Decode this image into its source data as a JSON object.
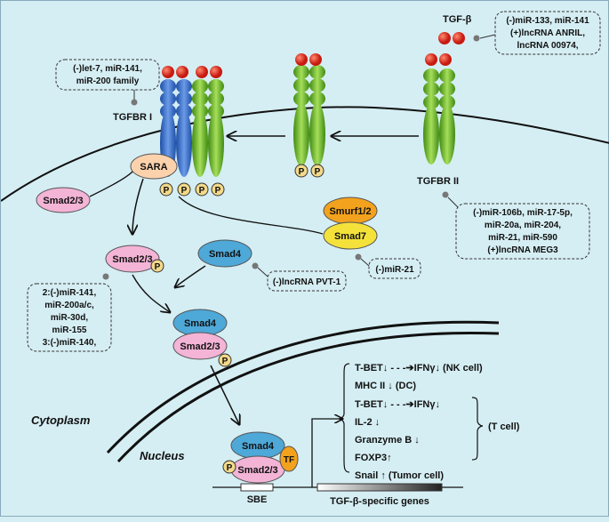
{
  "ligand": {
    "label": "TGF-β"
  },
  "mir_boxes": {
    "tgfbr1": [
      "(-)let-7, miR-141,",
      "miR-200 family"
    ],
    "ligand": [
      "(-)miR-133, miR-141",
      "(+)lncRNA ANRIL,",
      "lncRNA 00974,"
    ],
    "tgfbr2": [
      "(-)miR-106b, miR-17-5p,",
      "miR-20a, miR-204,",
      "miR-21, miR-590",
      "(+)lncRNA MEG3"
    ],
    "smad7": [
      "(-)miR-21"
    ],
    "smad4": [
      "(-)lncRNA PVT-1"
    ],
    "smad23": [
      "2:(-)miR-141,",
      "miR-200a/c,",
      "miR-30d,",
      "miR-155",
      "3:(-)miR-140,"
    ]
  },
  "labels": {
    "tgfbr1": "TGFBR I",
    "tgfbr2": "TGFBR II",
    "sara": "SARA",
    "smad23": "Smad2/3",
    "smurf": "Smurf1/2",
    "smad7": "Smad7",
    "smad4": "Smad4",
    "p": "P",
    "tf": "TF",
    "sbe": "SBE",
    "genes": "TGF-β-specific genes",
    "cytoplasm": "Cytoplasm",
    "nucleus": "Nucleus"
  },
  "effects": [
    "T-BET↓ - - -➔IFNγ↓    (NK cell)",
    "MHC II ↓ (DC)",
    "T-BET↓ - - -➔IFNγ↓",
    "IL-2 ↓",
    "Granzyme B ↓",
    "FOXP3↑",
    "Snail ↑  (Tumor cell)"
  ],
  "t_cell": "(T cell)",
  "colors": {
    "background": "#d5eef3",
    "receptor_blue": "#3a6fc4",
    "receptor_green": "#6fb82a",
    "ligand_red": "#e0241b",
    "smad_pink": "#f3b4d6",
    "smad4_blue": "#4ea8d8",
    "smurf_orange": "#f3a21d",
    "smad7_yellow": "#f4e23a",
    "phospho": "#f3d98a"
  }
}
